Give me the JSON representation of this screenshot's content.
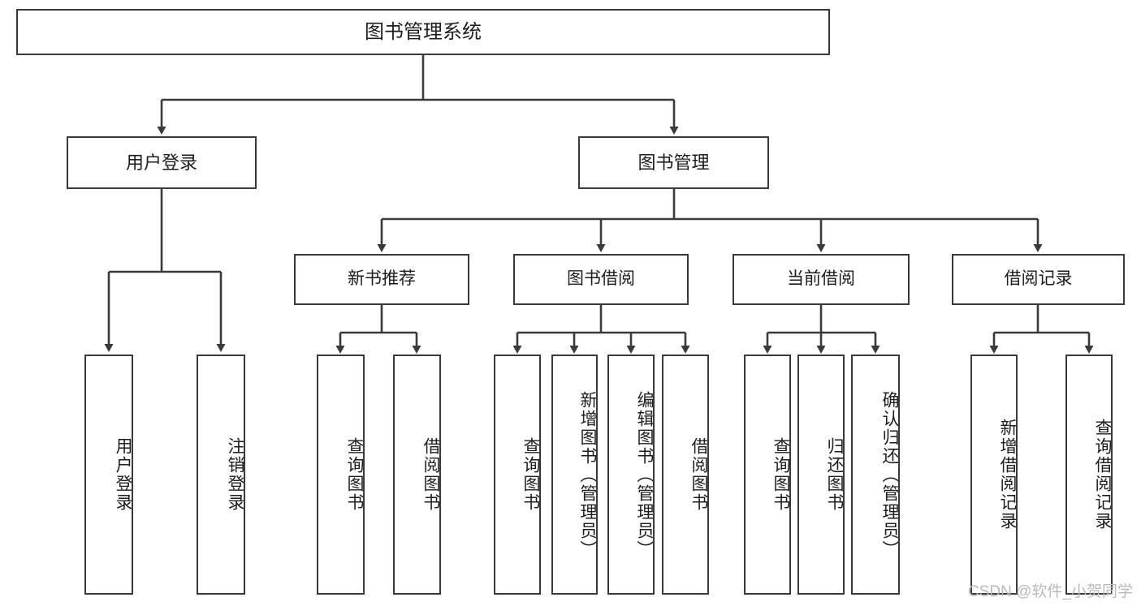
{
  "diagram": {
    "type": "tree",
    "title": "图书管理系统",
    "watermark": "CSDN @软件_小贺同学",
    "colors": {
      "box_border": "#3a3a3a",
      "box_fill": "#ffffff",
      "line": "#3a3a3a",
      "text": "#1d1d1d",
      "watermark": "#b9b9b9"
    },
    "nodes": {
      "root": "图书管理系统",
      "l1": [
        "用户登录",
        "图书管理"
      ],
      "l2": [
        "新书推荐",
        "图书借阅",
        "当前借阅",
        "借阅记录"
      ],
      "leaves_user_login": [
        "用户登录",
        "注销登录"
      ],
      "leaves_new_books": [
        "查询图书",
        "借阅图书"
      ],
      "leaves_borrow": [
        "查询图书",
        "新增图书（管理员）",
        "编辑图书（管理员）",
        "借阅图书"
      ],
      "leaves_current": [
        "查询图书",
        "归还图书",
        "确认归还（管理员）"
      ],
      "leaves_records": [
        "新增借阅记录",
        "查询借阅记录"
      ]
    }
  }
}
